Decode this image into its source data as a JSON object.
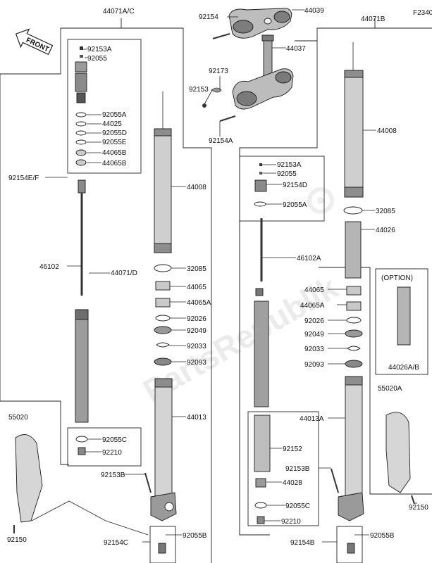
{
  "diagram_code": "F2340",
  "front_badge": "FRONT",
  "watermark": "PartsRepublik",
  "option_label": "(OPTION)",
  "labels": {
    "l44071AC": "44071A/C",
    "l44071B": "44071B",
    "l92154_top": "92154",
    "l44039": "44039",
    "l44037": "44037",
    "l92173": "92173",
    "l92153_mid": "92153",
    "l92154A": "92154A",
    "l92153A_left": "92153A",
    "l92055_left": "92055",
    "l92055A_left": "92055A",
    "l44025": "44025",
    "l92055D": "92055D",
    "l92055E": "92055E",
    "l44065B_1": "44065B",
    "l44065B_2": "44065B",
    "l92154EF": "92154E/F",
    "l46102": "46102",
    "l44071D": "44071/D",
    "l44008_left": "44008",
    "l32085_left": "32085",
    "l44065_left": "44065",
    "l44065A_left": "44065A",
    "l92026_left": "92026",
    "l92049_left": "92049",
    "l92033_left": "92033",
    "l92093_left": "92093",
    "l44013": "44013",
    "l55020": "55020",
    "l92055C_left": "92055C",
    "l92210_left": "92210",
    "l92153B_left": "92153B",
    "l92150_left": "92150",
    "l92154C": "92154C",
    "l92055B_left": "92055B",
    "l44008_right": "44008",
    "l92153A_right": "92153A",
    "l92055_right": "92055",
    "l92154D": "92154D",
    "l92055A_right": "92055A",
    "l32085_right": "32085",
    "l44026": "44026",
    "l46102A": "46102A",
    "l44065_right": "44065",
    "l44065A_right": "44065A",
    "l92026_right": "92026",
    "l92049_right": "92049",
    "l92033_right": "92033",
    "l92093_right": "92093",
    "l44026AB": "44026A/B",
    "l44013A": "44013A",
    "l55020A": "55020A",
    "l92152": "92152",
    "l92153B_right": "92153B",
    "l44028": "44028",
    "l92150_right": "92150",
    "l92055C_right": "92055C",
    "l92210_right": "92210",
    "l92154B": "92154B",
    "l92055B_right": "92055B"
  }
}
